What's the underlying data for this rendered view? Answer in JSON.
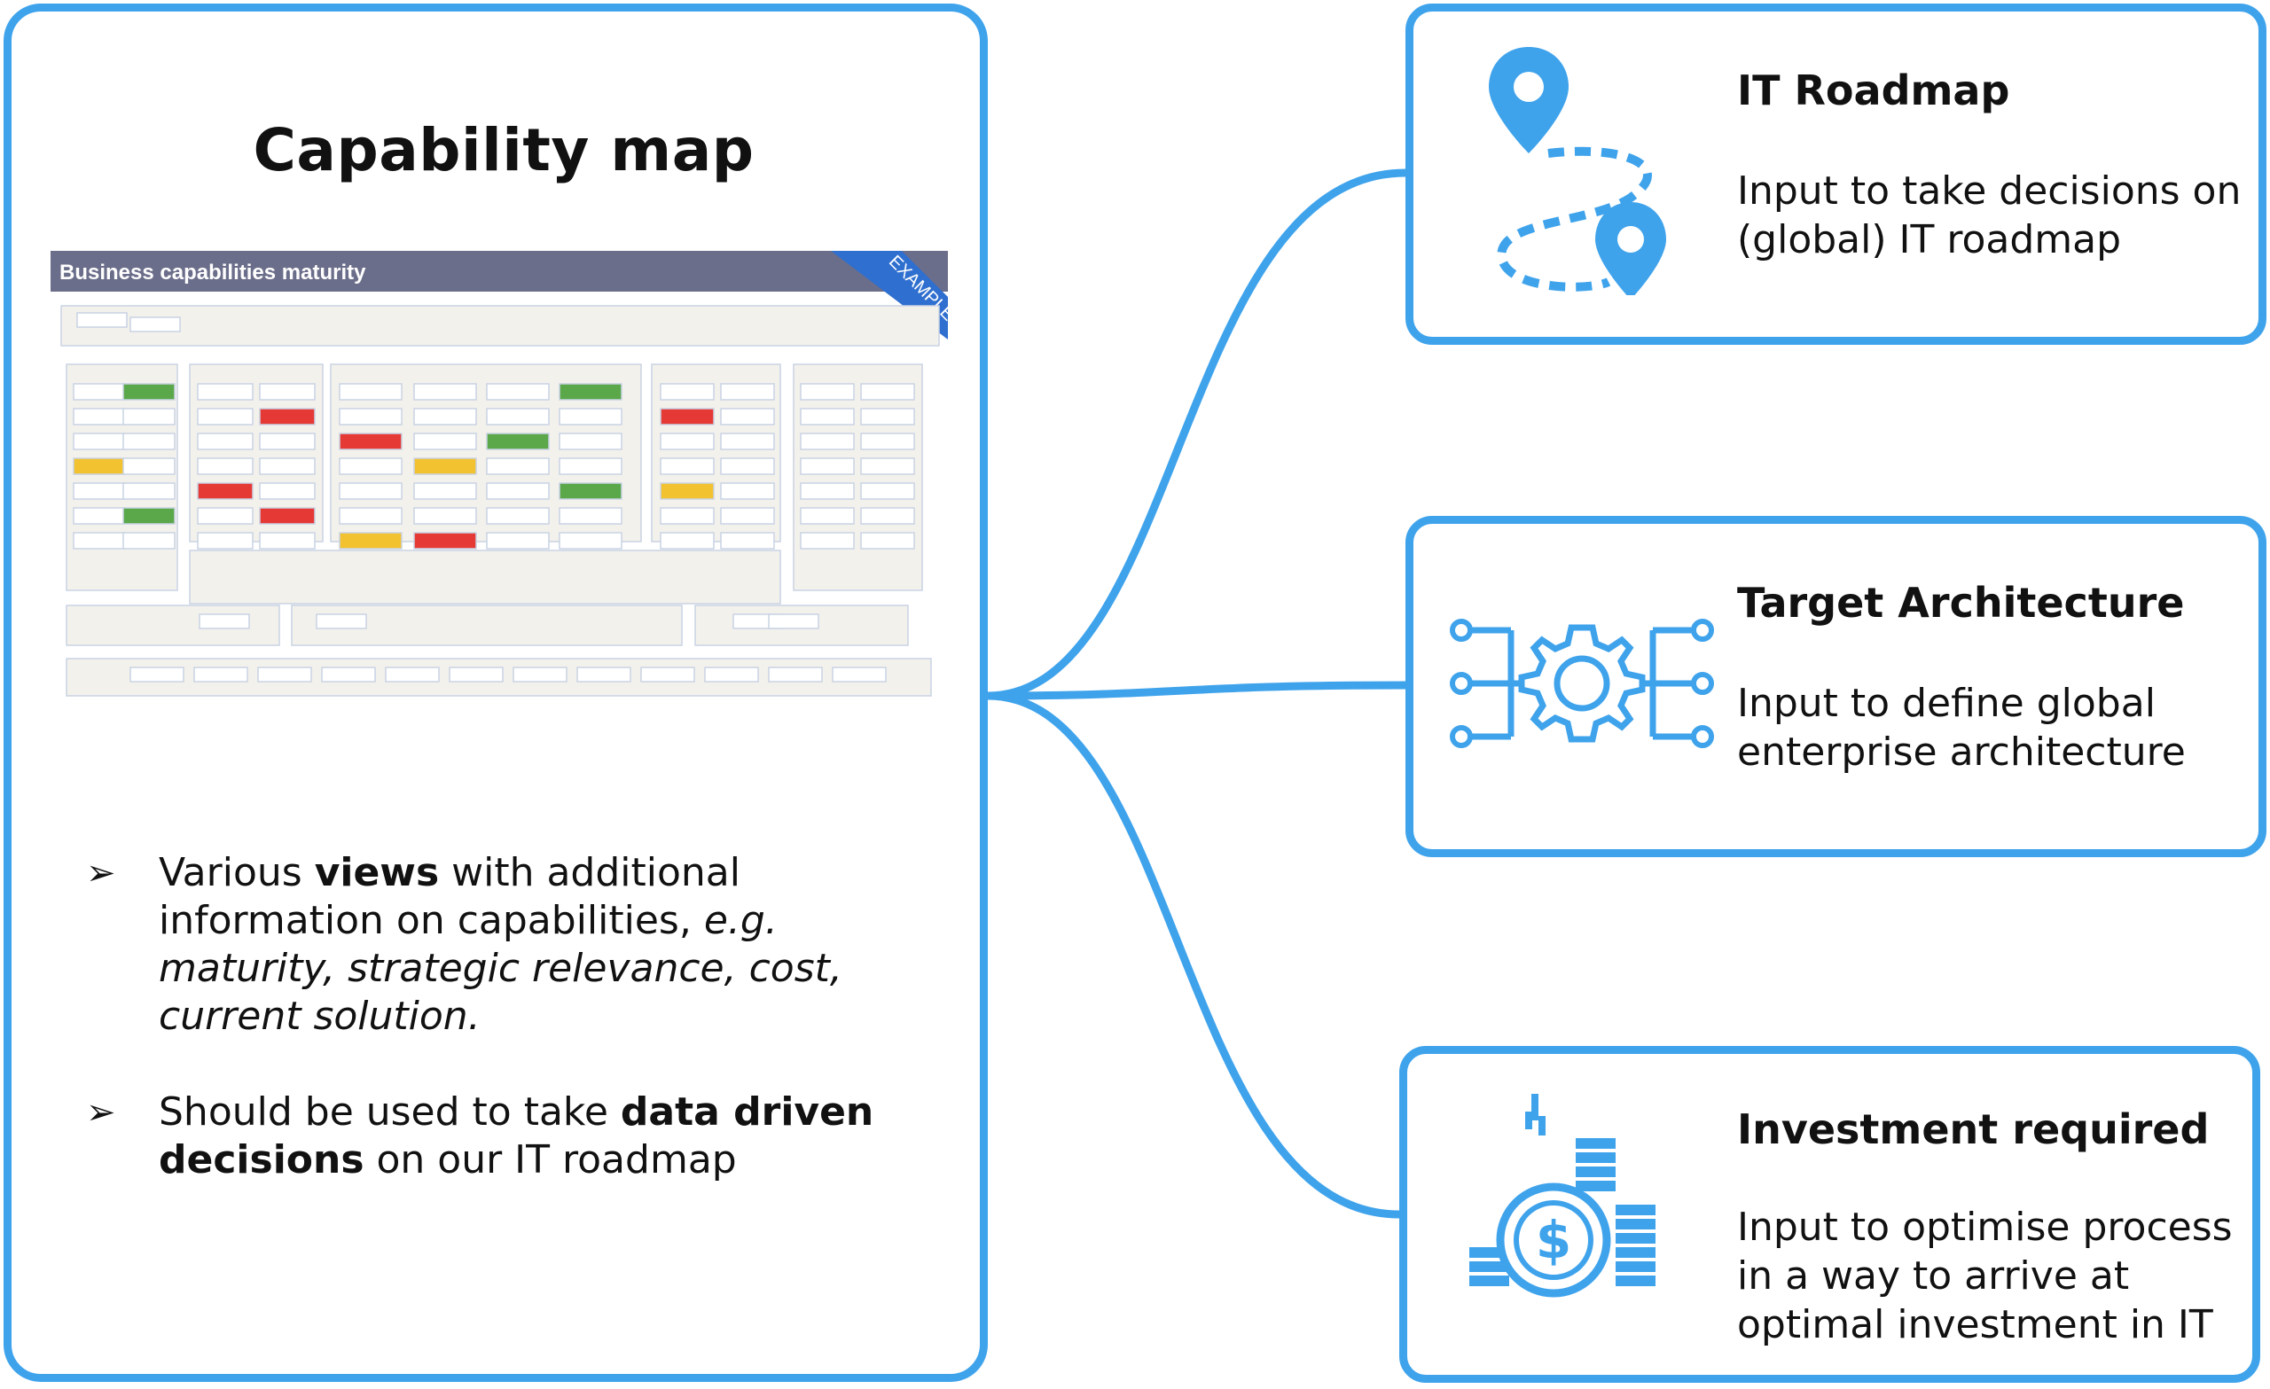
{
  "left": {
    "title": "Capability map",
    "image": {
      "header": "Business capabilities maturity",
      "badge": "EXAMPLE"
    },
    "bullets": [
      {
        "parts": [
          {
            "t": "Various ",
            "s": "normal"
          },
          {
            "t": "views",
            "s": "bold"
          },
          {
            "t": " with additional information on capabilities, ",
            "s": "normal"
          },
          {
            "t": "e.g. maturity, strategic relevance, cost, current solution.",
            "s": "italic"
          }
        ]
      },
      {
        "parts": [
          {
            "t": "Should be used to take ",
            "s": "normal"
          },
          {
            "t": "data driven decisions",
            "s": "bold"
          },
          {
            "t": " on our IT roadmap",
            "s": "normal"
          }
        ]
      }
    ]
  },
  "cards": {
    "roadmap": {
      "title": "IT Roadmap",
      "line1": "Input to take decisions on",
      "line2": "(global) IT roadmap",
      "icon": "route-map-pin-icon"
    },
    "architecture": {
      "title": "Target Architecture",
      "line1": "Input to define global",
      "line2": "enterprise architecture",
      "icon": "gear-network-icon"
    },
    "investment": {
      "title": "Investment required",
      "line1": "Input to optimise process",
      "line2": "in a way to arrive at",
      "line3": "optimal investment in IT",
      "icon": "coin-stack-icon"
    }
  },
  "colors": {
    "accent": "#3fa3ec",
    "header_bar": "#6b6e8a",
    "red": "#e53935",
    "green": "#5aa84a",
    "yellow": "#f2c230"
  }
}
